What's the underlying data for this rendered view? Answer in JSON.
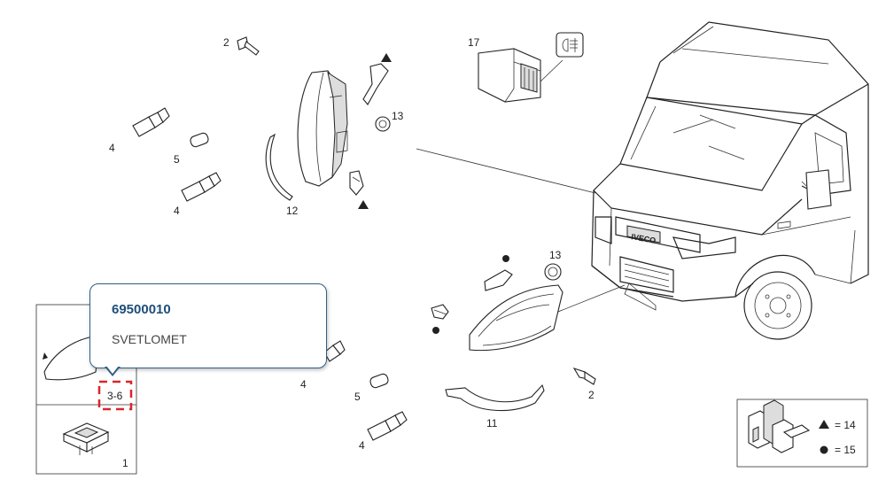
{
  "callouts": {
    "c2_top": "2",
    "c17": "17",
    "c13_top": "13",
    "c4_a": "4",
    "c5_a": "5",
    "c4_b": "4",
    "c12": "12",
    "c13_bot": "13",
    "c4_c": "4",
    "c5_b": "5",
    "c2_bot": "2",
    "c11": "11",
    "c4_d": "4",
    "inset_ref": "3-6",
    "inset_1": "1"
  },
  "legend": {
    "triangle_text": "= 14",
    "dot_text": "= 15"
  },
  "tooltip": {
    "part_number": "69500010",
    "part_name": "SVETLOMET"
  },
  "brand_badge": "IVECO",
  "colors": {
    "tooltip_border": "#2f5f87",
    "part_number": "#1f4e79",
    "highlight_box": "#d9262c"
  }
}
